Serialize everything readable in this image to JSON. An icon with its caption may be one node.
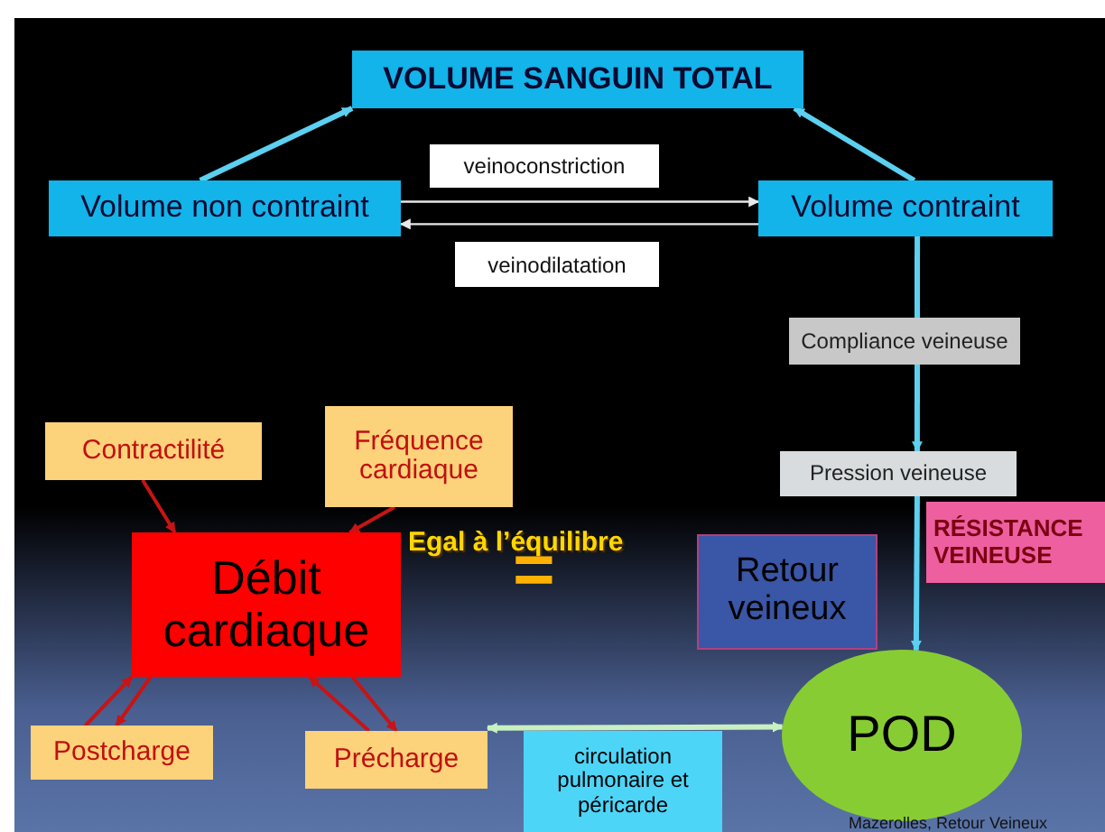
{
  "diagram": {
    "nodes": [
      {
        "text": [
          "VOLUME SANGUIN TOTAL"
        ]
      },
      {
        "text": [
          "Volume non contraint"
        ]
      },
      {
        "text": [
          "Volume contraint"
        ]
      },
      {
        "text": [
          "Pression veineuse"
        ]
      },
      {
        "text": [
          "RÉSISTANCE VEINEUSE"
        ]
      },
      {
        "text": [
          "Contractilité"
        ]
      },
      {
        "text": [
          "Fréquence cardiaque"
        ]
      },
      {
        "text": [
          "Débit cardiaque"
        ]
      },
      {
        "text": [
          "Retour veineux"
        ]
      },
      {
        "text": [
          "Postcharge"
        ]
      },
      {
        "text": [
          "Précharge"
        ]
      },
      {
        "text": [
          "circulation pulmonaire et péricarde"
        ]
      },
      {
        "text": [
          "POD"
        ]
      }
    ],
    "edges": [
      {
        "from": 1,
        "to": 0,
        "arrow": "to",
        "color": "#5bd0f0"
      },
      {
        "from": 2,
        "to": 0,
        "arrow": "to",
        "color": "#5bd0f0"
      },
      {
        "from": 1,
        "to": 2,
        "arrow": "to",
        "label": "veinoconstriction",
        "color": "#e8e8e8"
      },
      {
        "from": 2,
        "to": 1,
        "arrow": "to",
        "label": "veinodilatation",
        "color": "#e8e8e8"
      },
      {
        "from": 2,
        "to": 3,
        "arrow": "to",
        "label": "Compliance veineuse",
        "color": "#5bd0f0"
      },
      {
        "from": 3,
        "to": 12,
        "arrow": "to",
        "color": "#5bd0f0"
      },
      {
        "from": 5,
        "to": 7,
        "arrow": "to"
      },
      {
        "from": 6,
        "to": 7,
        "arrow": "to"
      },
      {
        "from": 7,
        "to": 9,
        "arrow": "to"
      },
      {
        "from": 9,
        "to": 7,
        "arrow": "to"
      },
      {
        "from": 7,
        "to": 10,
        "arrow": "to"
      },
      {
        "from": 10,
        "to": 7,
        "arrow": "to"
      },
      {
        "from": 10,
        "to": 12,
        "arrow": "both",
        "color": "#c8f0c0"
      }
    ],
    "labels": [
      "Egal à l’équilibre",
      "=",
      "Mazerolles, Retour Veineux"
    ]
  }
}
